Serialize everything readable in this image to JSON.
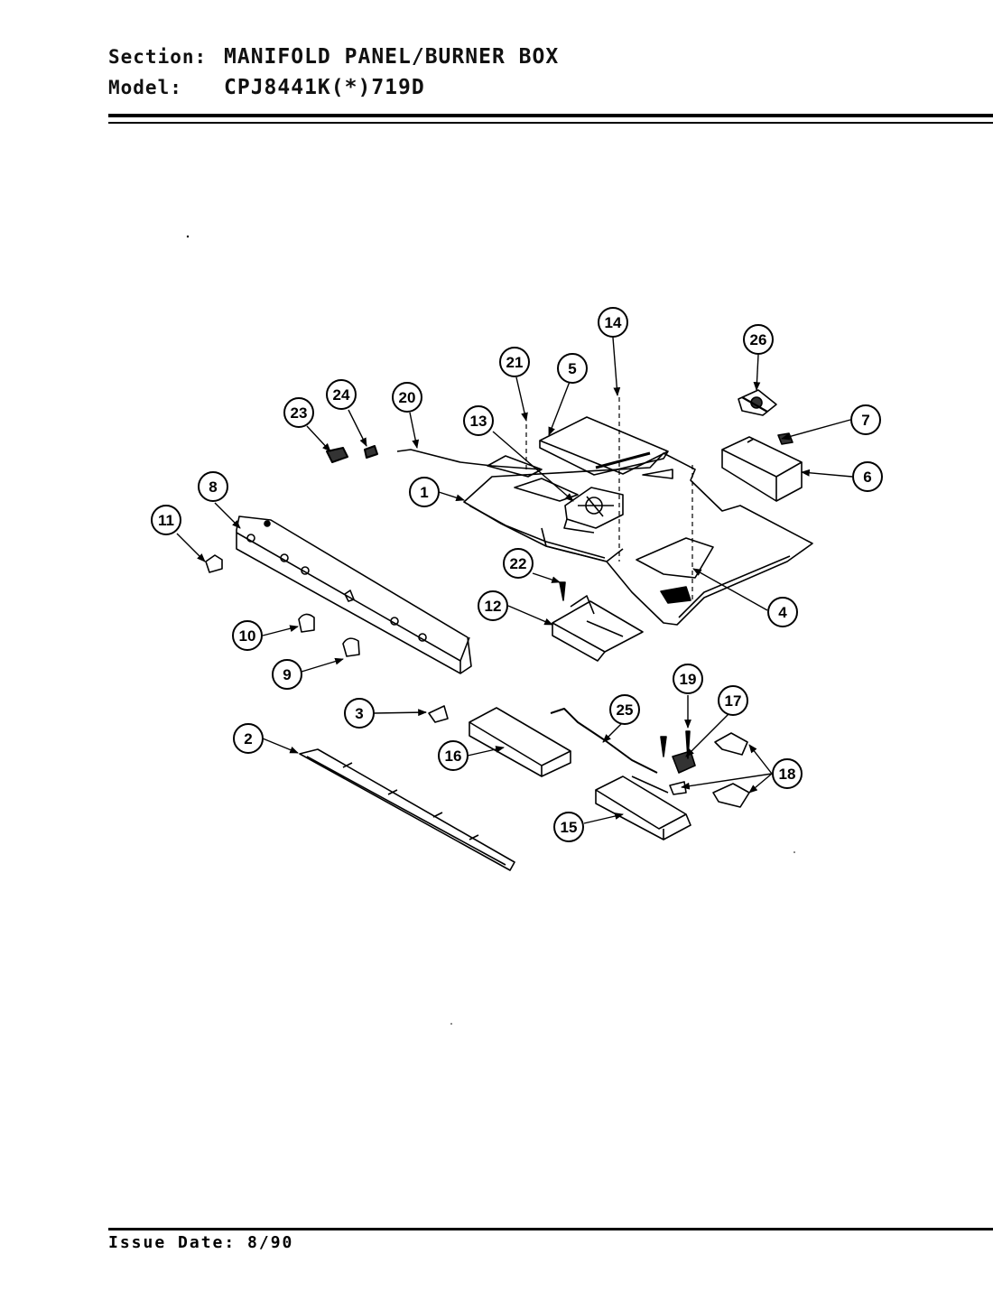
{
  "header": {
    "section_label": "Section:",
    "section_value": "MANIFOLD PANEL/BURNER BOX",
    "model_label": "Model:",
    "model_value": "CPJ8441K(*)719D"
  },
  "footer": {
    "issue_date": "Issue Date: 8/90"
  },
  "callouts": [
    "1",
    "2",
    "3",
    "4",
    "5",
    "6",
    "7",
    "8",
    "9",
    "10",
    "11",
    "12",
    "13",
    "14",
    "15",
    "16",
    "17",
    "18",
    "19",
    "20",
    "21",
    "22",
    "23",
    "24",
    "25",
    "26"
  ]
}
